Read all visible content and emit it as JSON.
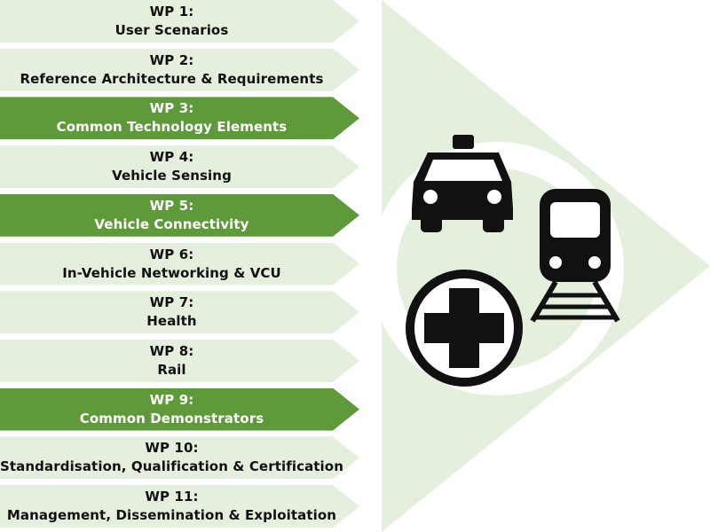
{
  "work_packages": [
    {
      "id": "WP 1:",
      "name": "User Scenarios",
      "highlight": false
    },
    {
      "id": "WP 2:",
      "name": "Reference Architecture & Requirements",
      "highlight": false
    },
    {
      "id": "WP 3:",
      "name": "Common Technology Elements",
      "highlight": true
    },
    {
      "id": "WP 4:",
      "name": "Vehicle Sensing",
      "highlight": false
    },
    {
      "id": "WP 5:",
      "name": "Vehicle Connectivity",
      "highlight": true
    },
    {
      "id": "WP 6:",
      "name": "In-Vehicle Networking & VCU",
      "highlight": false
    },
    {
      "id": "WP 7:",
      "name": "Health",
      "highlight": false
    },
    {
      "id": "WP 8:",
      "name": "Rail",
      "highlight": false
    },
    {
      "id": "WP 9:",
      "name": "Common Demonstrators",
      "highlight": true
    },
    {
      "id": "WP 10:",
      "name": "Standardisation, Qualification & Certification",
      "highlight": false
    },
    {
      "id": "WP 11:",
      "name": "Management, Dissemination & Exploitation",
      "highlight": false
    }
  ],
  "colors": {
    "light_green": "#e5efdd",
    "dark_green": "#5f9a3a",
    "arrow_bg": "#e5efdd",
    "icon": "#111111"
  },
  "icons": [
    "taxi-icon",
    "train-icon",
    "medical-cross-icon"
  ]
}
